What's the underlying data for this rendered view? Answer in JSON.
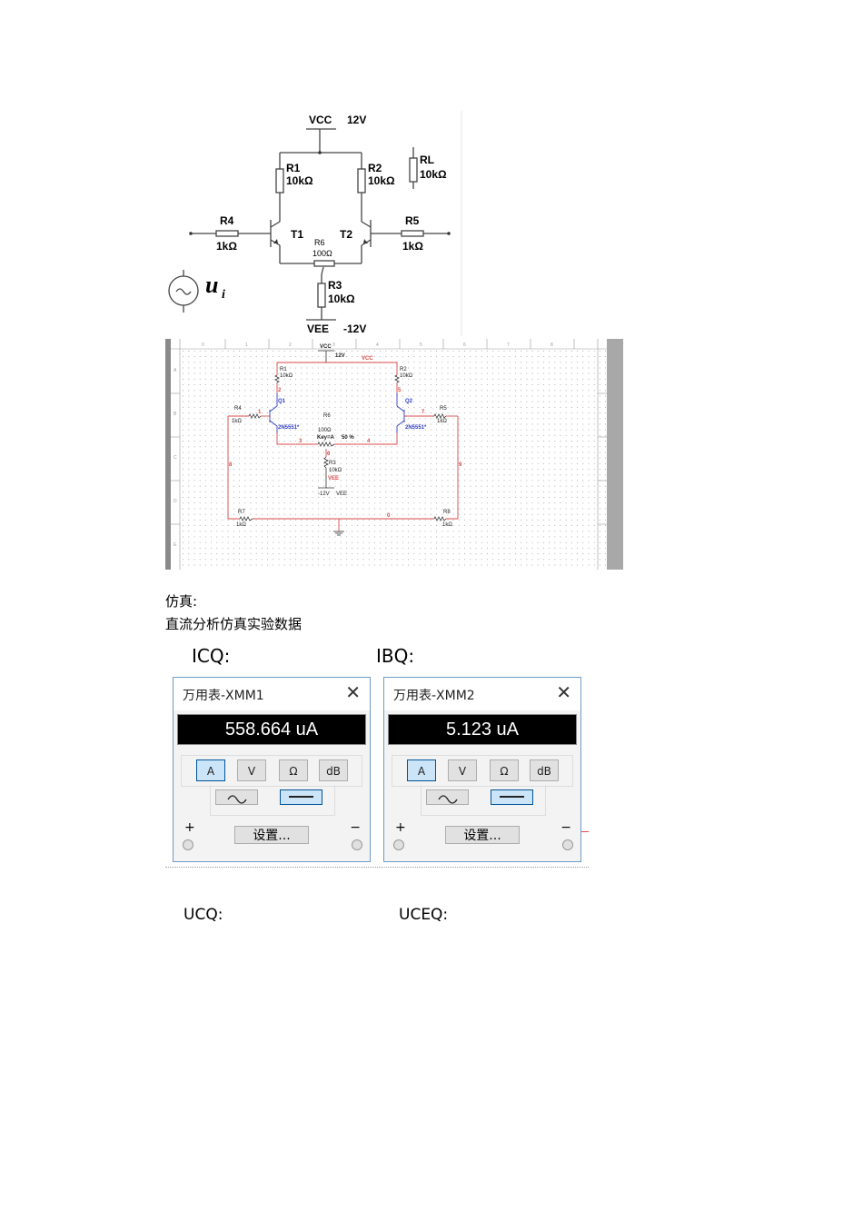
{
  "schematic_textbook": {
    "vcc_label": "VCC",
    "vcc_value": "12V",
    "vee_label": "VEE",
    "vee_value": "-12V",
    "r1_name": "R1",
    "r1_value": "10kΩ",
    "r2_name": "R2",
    "r2_value": "10kΩ",
    "rl_name": "RL",
    "rl_value": "10kΩ",
    "r3_name": "R3",
    "r3_value": "10kΩ",
    "r4_name": "R4",
    "r4_value": "1kΩ",
    "r5_name": "R5",
    "r5_value": "1kΩ",
    "r6_name": "R6",
    "r6_value": "100Ω",
    "t1_name": "T1",
    "t2_name": "T2",
    "source_label": "u",
    "source_sub": "i"
  },
  "schematic_multisim": {
    "vcc_label": "VCC",
    "vcc_value": "12V",
    "vcc_net": "VCC",
    "r1_name": "R1",
    "r1_value": "10kΩ",
    "r2_name": "R2",
    "r2_value": "10kΩ",
    "r3_name": "R3",
    "r3_value": "10kΩ",
    "r4_name": "R4",
    "r4_value": "1kΩ",
    "r5_name": "R5",
    "r5_value": "1kΩ",
    "r6_name": "R6",
    "r6_value": "100Ω",
    "r6_key": "Key=A",
    "r6_pct": "50 %",
    "r7_name": "R7",
    "r7_value": "1kΩ",
    "r8_name": "R8",
    "r8_value": "1kΩ",
    "q1_name": "Q1",
    "q1_model": "2N5551*",
    "q2_name": "Q2",
    "q2_model": "2N5551*",
    "vee_value": "-12V",
    "vee_label": "VEE",
    "vee_net": "VEE",
    "nets": {
      "n1": "1",
      "n2": "2",
      "n3": "3",
      "n4": "4",
      "n5": "5",
      "n6": "6",
      "n7": "7",
      "n8": "8",
      "n9": "9",
      "n0": "0"
    },
    "ruler_cols": [
      "0",
      "1",
      "2",
      "3",
      "4",
      "5",
      "6",
      "7",
      "8"
    ],
    "ruler_rows": [
      "A",
      "B",
      "C",
      "D",
      "E"
    ]
  },
  "text": {
    "sim_heading": "仿真:",
    "dc_heading": "直流分析仿真实验数据",
    "icq_label": "ICQ:",
    "ibq_label": "IBQ:",
    "ucq_label": "UCQ:",
    "uceq_label": "UCEQ:"
  },
  "meters": [
    {
      "title": "万用表-XMM1",
      "reading": "558.664 uA",
      "modes": [
        "A",
        "V",
        "Ω",
        "dB"
      ],
      "active_mode": "A",
      "active_wave": "dc",
      "settings_label": "设置...",
      "plus": "+",
      "minus": "−"
    },
    {
      "title": "万用表-XMM2",
      "reading": "5.123 uA",
      "modes": [
        "A",
        "V",
        "Ω",
        "dB"
      ],
      "active_mode": "A",
      "active_wave": "dc",
      "settings_label": "设置...",
      "plus": "+",
      "minus": "−"
    }
  ]
}
